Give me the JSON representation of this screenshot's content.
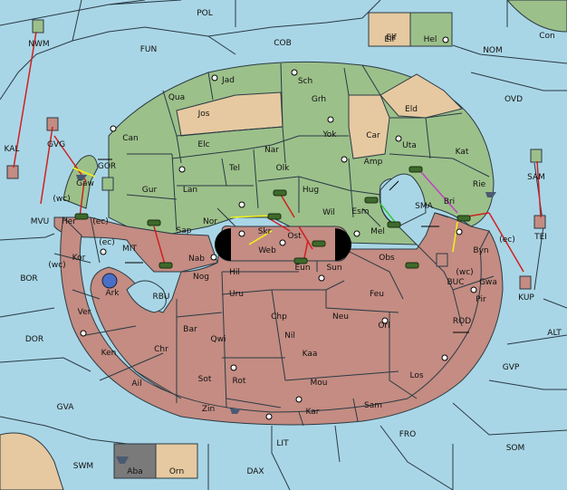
{
  "colors": {
    "sea": "#a9d6e6",
    "green_land": "#9cc08a",
    "red_land": "#c48c82",
    "tan_land": "#e6c9a0",
    "border": "#2a3a44",
    "order_red": "#d02020",
    "order_yellow": "#f2f21a",
    "order_magenta": "#c040c0"
  },
  "icons": {
    "army": "army-icon",
    "fleet": "fleet-icon",
    "supply_center": "supply-center-icon",
    "move_arrow": "move-order-arrow-icon",
    "support_line": "support-order-line-icon",
    "double_arrow": "double-arrow-icon"
  },
  "legend": {
    "top_right": [
      {
        "label": "Elf"
      },
      {
        "label": "Hel"
      }
    ],
    "bottom_left": [
      {
        "label": "Aba"
      },
      {
        "label": "Orn"
      }
    ]
  },
  "labels": {
    "sea": [
      "POL",
      "FUN",
      "COB",
      "NOM",
      "OVD",
      "Con",
      "SMA",
      "MIT",
      "RBU",
      "BOR",
      "DOR",
      "GVA",
      "SWM",
      "LIT",
      "DAX",
      "FRO",
      "SOM",
      "GVP",
      "ALT",
      "ROD",
      "BUC",
      "MVU",
      "GOR",
      "TEI",
      "KUP"
    ],
    "green": [
      "Jad",
      "Sch",
      "Qua",
      "Grh",
      "Can",
      "Elc",
      "Nar",
      "Yok",
      "Car",
      "Uta",
      "Kat",
      "Tel",
      "Olk",
      "Amp",
      "Gur",
      "Lan",
      "Hug",
      "Rie",
      "Nor",
      "Wil",
      "Esm",
      "Sap",
      "Mel"
    ],
    "tan": [
      "Jos",
      "Eld",
      "Elf"
    ],
    "red": [
      "Her",
      "Kor",
      "Ark",
      "Nab",
      "Nog",
      "Hil",
      "Skr",
      "Web",
      "Ost",
      "Eun",
      "Sun",
      "Obs",
      "Byn",
      "Gwa",
      "Pir",
      "Uru",
      "Feu",
      "Ver",
      "Chp",
      "Neu",
      "Orl",
      "Bar",
      "Qwi",
      "Nil",
      "Ken",
      "Chr",
      "Kaa",
      "Ail",
      "Sot",
      "Rot",
      "Mou",
      "Los",
      "Zin",
      "Kar",
      "Sam",
      "Bri",
      "Gaw",
      "KAL",
      "GVG",
      "NWM",
      "SAM"
    ],
    "coast": [
      "(wc)",
      "(ec)",
      "(ec)",
      "(wc)",
      "(wc)",
      "(ec)"
    ]
  }
}
